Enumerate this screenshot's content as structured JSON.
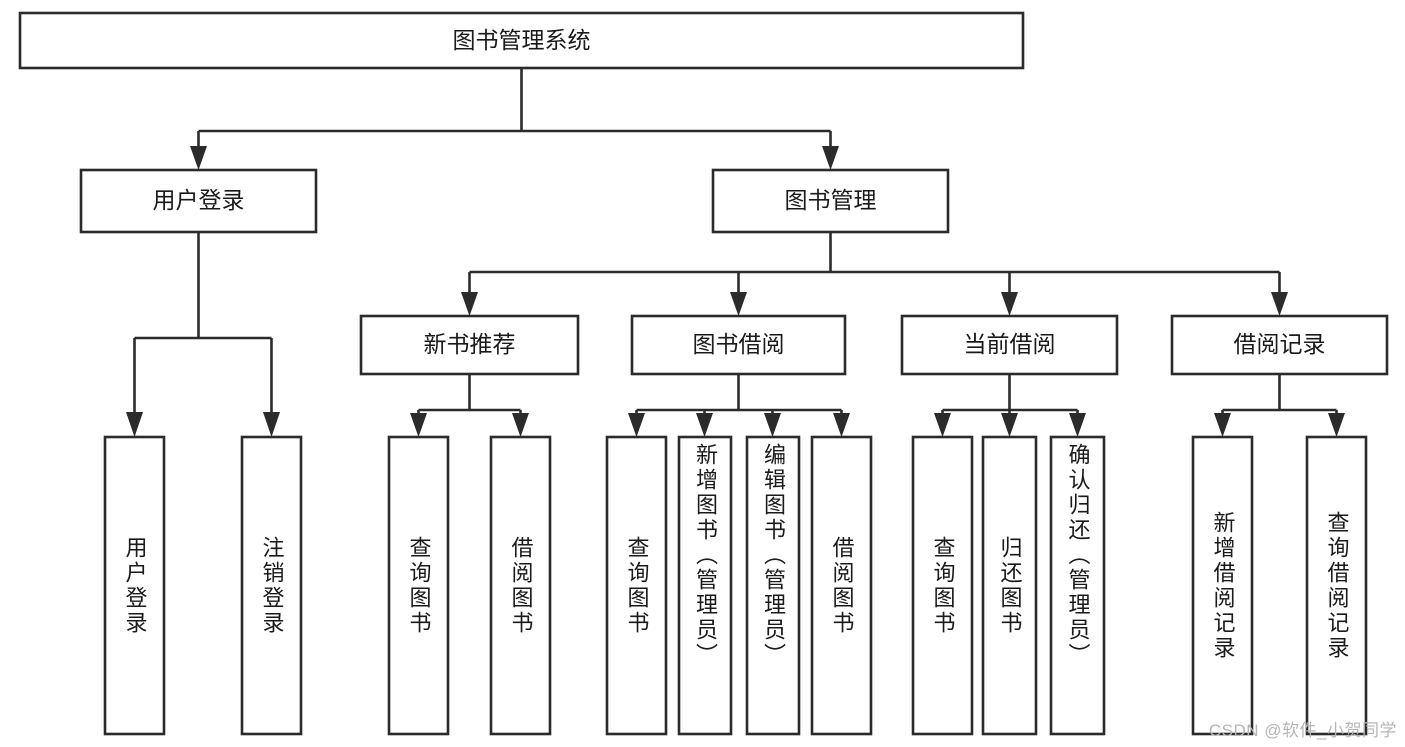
{
  "diagram": {
    "title_node": {
      "label": "图书管理系统"
    },
    "level1": [
      {
        "label": "用户登录"
      },
      {
        "label": "图书管理"
      }
    ],
    "level2": [
      {
        "label": "新书推荐"
      },
      {
        "label": "图书借阅"
      },
      {
        "label": "当前借阅"
      },
      {
        "label": "借阅记录"
      }
    ],
    "leaves": {
      "user_login": [
        {
          "label": "用户登录"
        },
        {
          "label": "注销登录"
        }
      ],
      "new_book_recommend": [
        {
          "label": "查询图书"
        },
        {
          "label": "借阅图书"
        }
      ],
      "book_borrow": [
        {
          "label": "查询图书"
        },
        {
          "label": "新增图书（管理员）"
        },
        {
          "label": "编辑图书（管理员）"
        },
        {
          "label": "借阅图书"
        }
      ],
      "current_borrow": [
        {
          "label": "查询图书"
        },
        {
          "label": "归还图书"
        },
        {
          "label": "确认归还（管理员）"
        }
      ],
      "borrow_records": [
        {
          "label": "新增借阅记录"
        },
        {
          "label": "查询借阅记录"
        }
      ]
    }
  },
  "watermark": {
    "text": "CSDN @软件_小贺同学"
  },
  "colors": {
    "stroke": "#2b2b2b",
    "fill": "#ffffff",
    "text": "#1a1a1a",
    "watermark": "#b6b6b6"
  }
}
